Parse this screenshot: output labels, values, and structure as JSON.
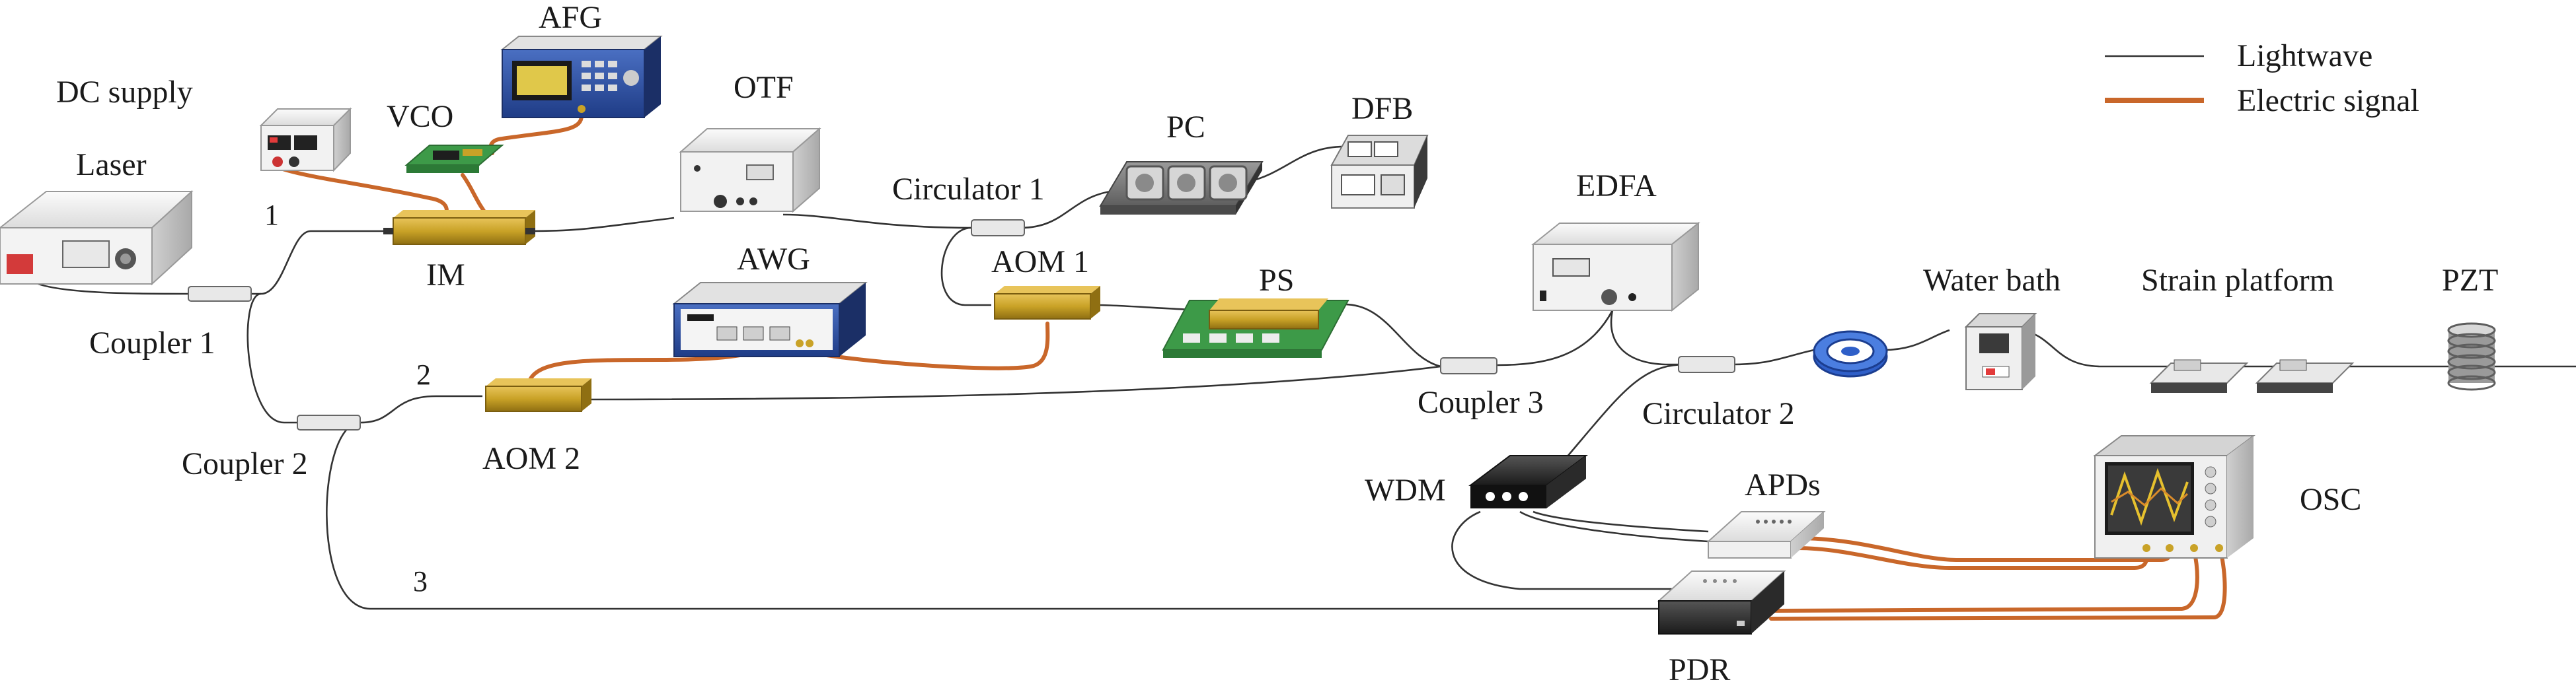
{
  "legend": {
    "lightwave": "Lightwave",
    "electric": "Electric signal",
    "lightwave_color": "#333333",
    "electric_color": "#c9672a"
  },
  "labels": {
    "laser": "Laser",
    "dc_supply": "DC supply",
    "vco": "VCO",
    "afg": "AFG",
    "otf": "OTF",
    "im": "IM",
    "pc": "PC",
    "dfb": "DFB",
    "circulator1": "Circulator 1",
    "aom1": "AOM 1",
    "awg": "AWG",
    "ps": "PS",
    "edfa": "EDFA",
    "coupler1": "Coupler 1",
    "coupler2": "Coupler 2",
    "coupler3": "Coupler 3",
    "aom2": "AOM 2",
    "circulator2": "Circulator 2",
    "water_bath": "Water bath",
    "strain_platform": "Strain platform",
    "pzt": "PZT",
    "wdm": "WDM",
    "apds": "APDs",
    "osc": "OSC",
    "pdr": "PDR"
  },
  "branch_numbers": {
    "b1": "1",
    "b2": "2",
    "b3": "3"
  },
  "colors": {
    "device_gold": "#c9a227",
    "device_white": "#f1f1f1",
    "device_blue": "#2c4fa0",
    "pcb_green": "#3d9a48"
  }
}
